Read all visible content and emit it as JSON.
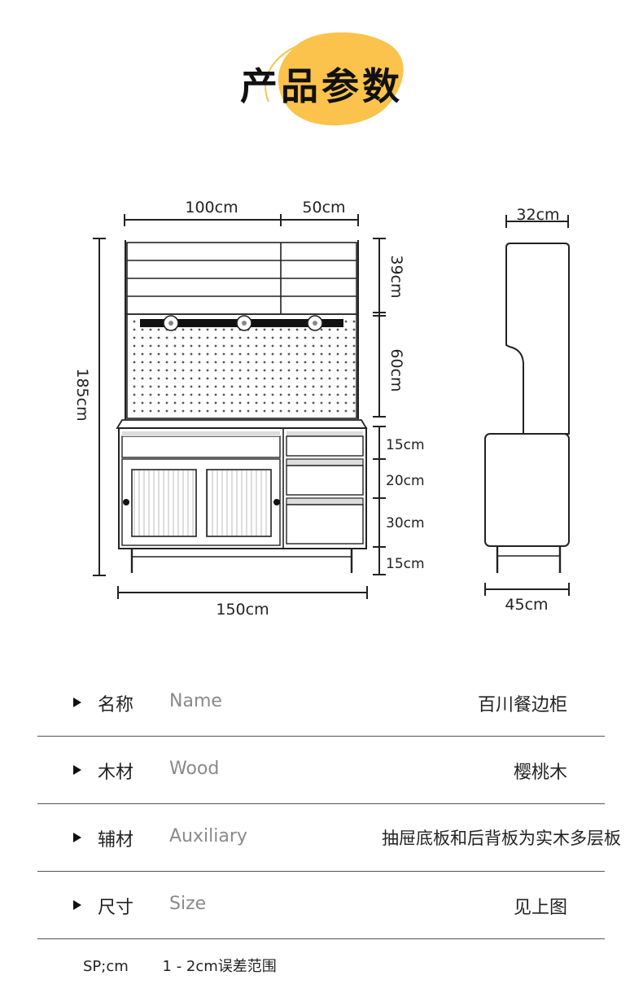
{
  "header": {
    "title": "产品参数",
    "blob_color": "#fbc34c"
  },
  "drawing": {
    "front_width_left": "100cm",
    "front_width_right": "50cm",
    "total_height": "185cm",
    "upper_height": "39cm",
    "pegboard_height": "60cm",
    "drawer_1": "15cm",
    "drawer_2": "20cm",
    "drawer_3": "30cm",
    "leg_height": "15cm",
    "total_width": "150cm",
    "side_top_depth": "32cm",
    "side_bottom_depth": "45cm"
  },
  "specs": [
    {
      "label_cn": "名称",
      "label_en": "Name",
      "value": "百川餐边柜"
    },
    {
      "label_cn": "木材",
      "label_en": "Wood",
      "value": "樱桃木"
    },
    {
      "label_cn": "辅材",
      "label_en": "Auxiliary",
      "value": "抽屉底板和后背板为实木多层板"
    },
    {
      "label_cn": "尺寸",
      "label_en": "Size",
      "value": "见上图"
    }
  ],
  "footnote": {
    "unit": "SP;cm",
    "tolerance": "1 - 2cm误差范围"
  }
}
